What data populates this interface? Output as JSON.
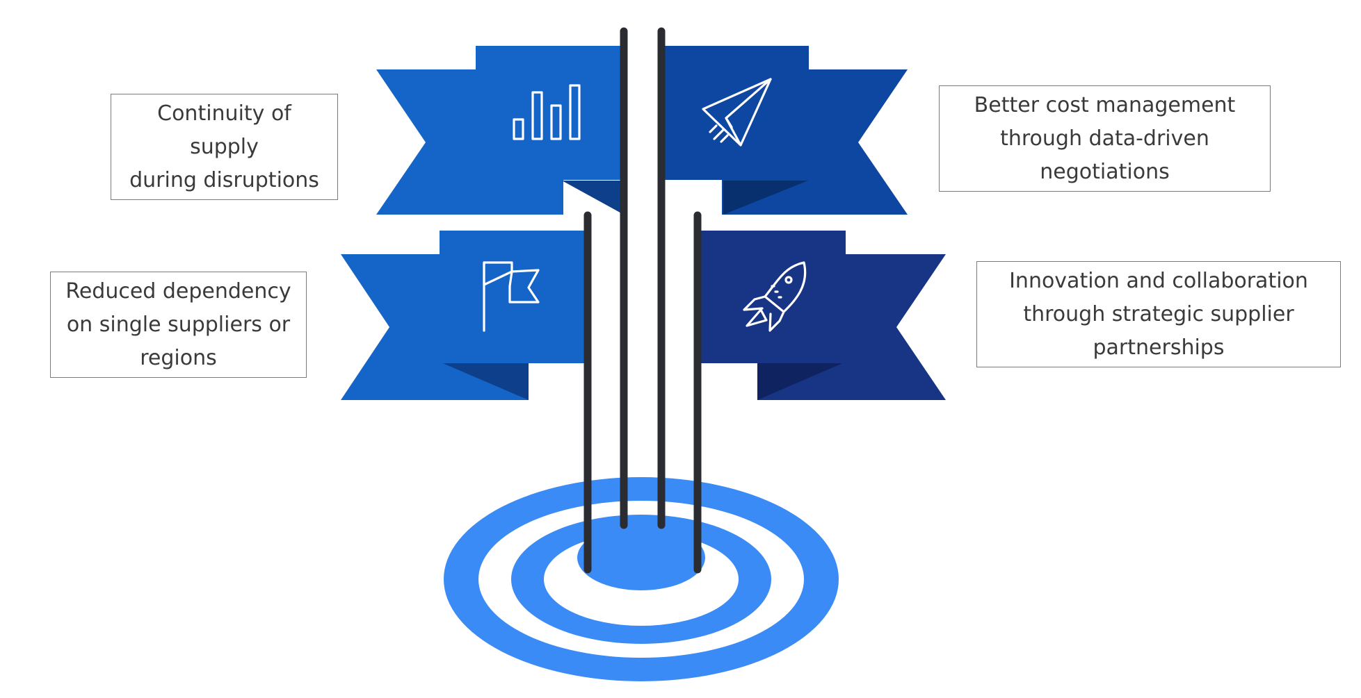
{
  "benefits": {
    "top_left": {
      "line1": "Continuity of supply",
      "line2": "during disruptions"
    },
    "top_right": {
      "line1": "Better cost management",
      "line2": "through data-driven",
      "line3": "negotiations"
    },
    "mid_left": {
      "line1": "Reduced dependency",
      "line2": "on single suppliers or",
      "line3": "regions"
    },
    "mid_right": {
      "line1": "Innovation and collaboration",
      "line2": "through strategic supplier",
      "line3": "partnerships"
    }
  },
  "icons": {
    "top_left": "bar-chart-icon",
    "top_right": "paper-plane-icon",
    "mid_left": "flag-icon",
    "mid_right": "rocket-icon"
  },
  "colors": {
    "banner_blue": "#1565C8",
    "banner_dark_blue": "#0D47A1",
    "banner_navy": "#173584",
    "target_blue": "#3A8BF5",
    "pole": "#2a2c31"
  }
}
